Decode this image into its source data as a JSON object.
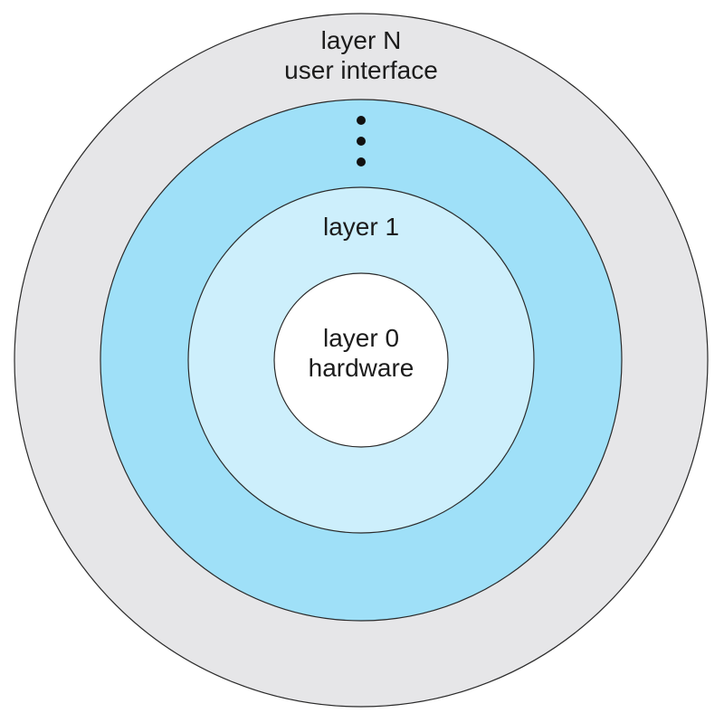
{
  "layers": {
    "outer": {
      "title": "layer N",
      "subtitle": "user interface",
      "color": "#e6e6e8"
    },
    "middle": {
      "color": "#9fe0f8",
      "ellipsis": "⋮"
    },
    "layer1": {
      "title": "layer 1",
      "color": "#cdeffc"
    },
    "core": {
      "title": "layer 0",
      "subtitle": "hardware",
      "color": "#ffffff"
    }
  },
  "stroke_color": "#2a2a2a"
}
